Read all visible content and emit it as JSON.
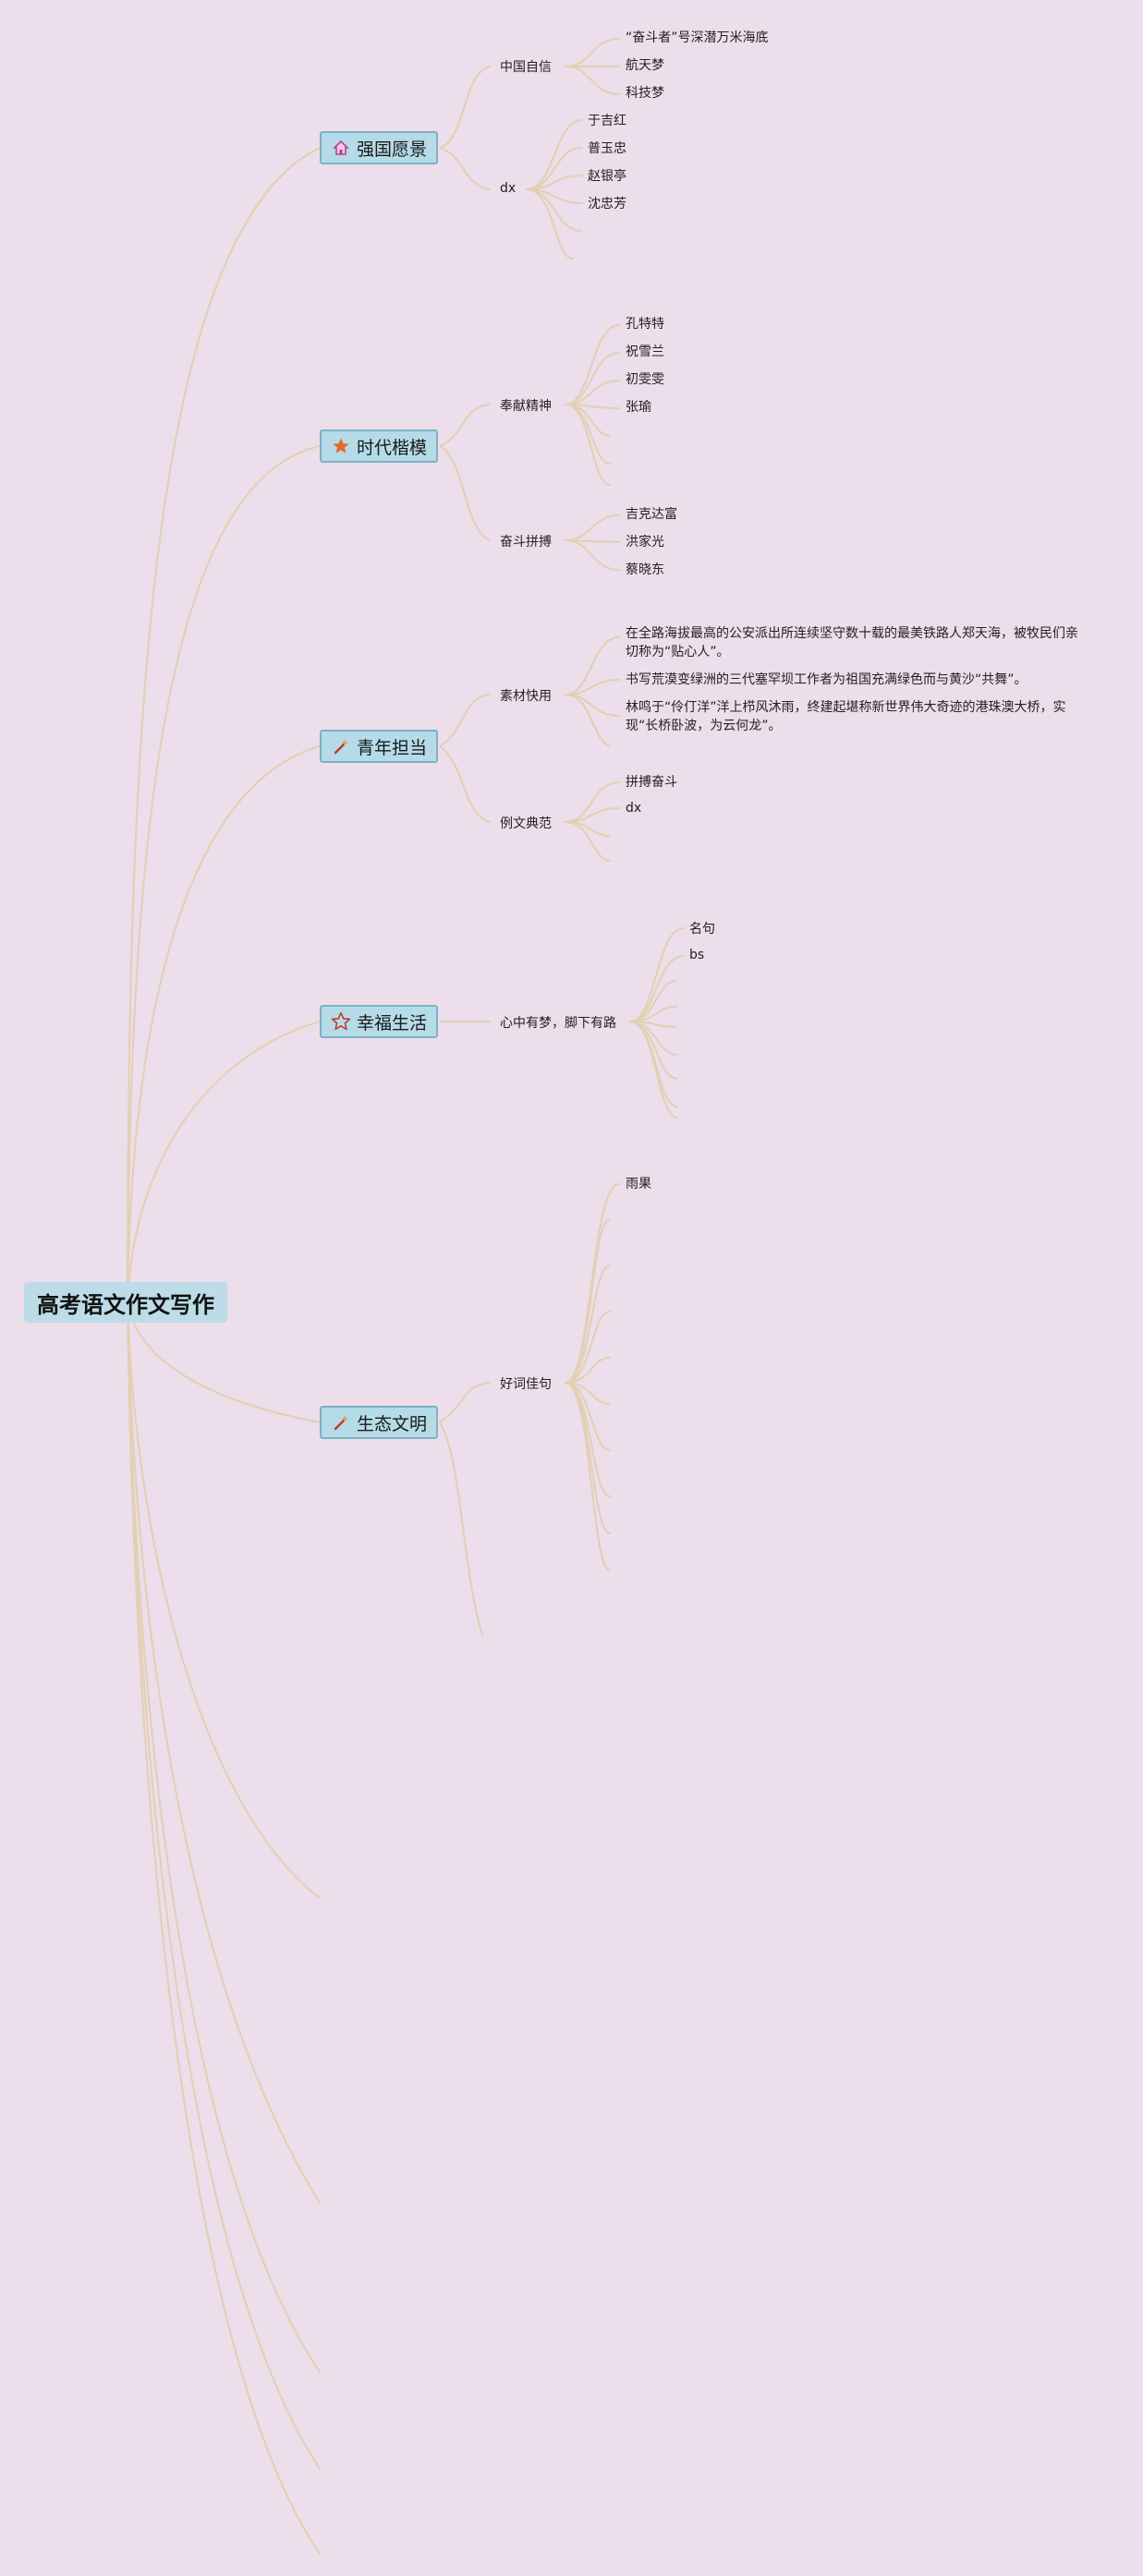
{
  "root": {
    "label": "高考语文作文写作"
  },
  "branches": [
    {
      "label": "强国愿景",
      "icon": "house-icon",
      "subs": [
        {
          "label": "中国自信",
          "leaves": [
            "“奋斗者”号深潜万米海底",
            "航天梦",
            "科技梦"
          ]
        },
        {
          "label": "dx",
          "leaves": [
            "于吉红",
            "普玉忠",
            "赵银亭",
            "沈忠芳"
          ]
        }
      ]
    },
    {
      "label": "时代楷模",
      "icon": "star-filled-icon",
      "subs": [
        {
          "label": "奉献精神",
          "leaves": [
            "孔特特",
            "祝雪兰",
            "初雯雯",
            "张瑜"
          ]
        },
        {
          "label": "奋斗拼搏",
          "leaves": [
            "吉克达富",
            "洪家光",
            "蔡晓东"
          ]
        }
      ]
    },
    {
      "label": "青年担当",
      "icon": "magic-wand-icon",
      "subs": [
        {
          "label": "素材快用",
          "leaves": [
            "在全路海拔最高的公安派出所连续坚守数十载的最美铁路人郑天海，被牧民们亲切称为“贴心人”。",
            "书写荒漠变绿洲的三代塞罕坝工作者为祖国充满绿色而与黄沙“共舞”。",
            "林鸣于“伶仃洋”洋上栉风沐雨，终建起堪称新世界伟大奇迹的港珠澳大桥，实现“长桥卧波，为云何龙”。"
          ]
        },
        {
          "label": "例文典范",
          "leaves": [
            "拼搏奋斗",
            "dx"
          ]
        }
      ]
    },
    {
      "label": "幸福生活",
      "icon": "star-outline-icon",
      "subs": [
        {
          "label": "心中有梦，脚下有路",
          "leaves": [
            "名句",
            "bs"
          ]
        }
      ]
    },
    {
      "label": "生态文明",
      "icon": "magic-wand-icon",
      "subs": [
        {
          "label": "好词佳句",
          "leaves": [
            "雨果"
          ]
        }
      ]
    }
  ],
  "colors": {
    "background": "#ecdeea",
    "node_fill": "#b5dbe8",
    "node_border": "#7fb1c5",
    "link": "#e3cfb2"
  }
}
